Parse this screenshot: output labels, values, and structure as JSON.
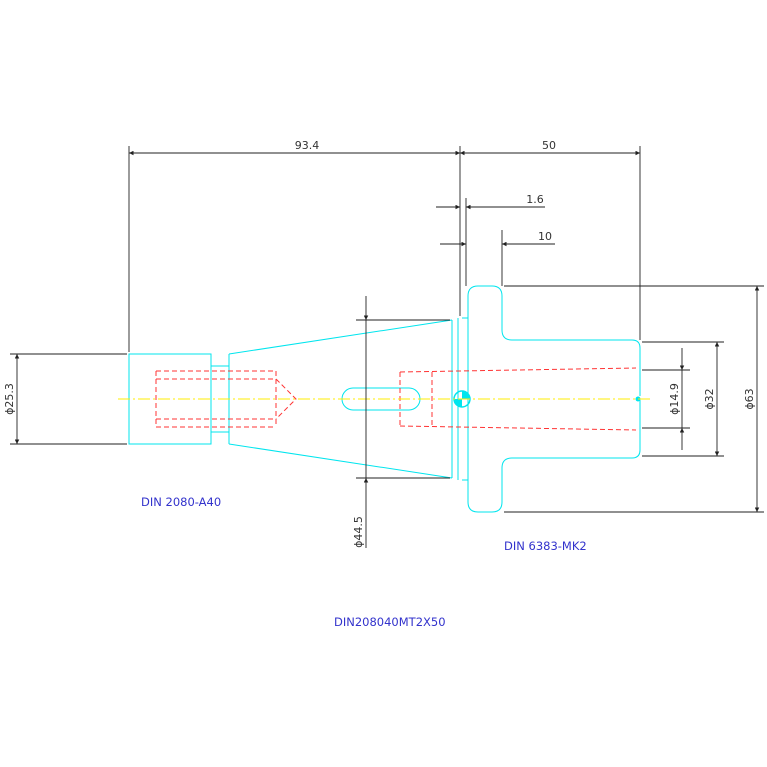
{
  "dimensions": {
    "length_shank": "93.4",
    "length_total": "50",
    "length_gap": "1.6",
    "length_shoulder": "10",
    "dia_taper_small": "ϕ25.3",
    "dia_taper_large": "ϕ44.5",
    "dia_bore": "ϕ14.9",
    "dia_body": "ϕ32",
    "dia_flange": "ϕ63"
  },
  "labels": {
    "left_part": "DIN 2080-A40",
    "right_part": "DIN 6383-MK2",
    "drawing_id": "DIN208040MT2X50"
  },
  "colors": {
    "part_outline": "#00e5ee",
    "hidden_line": "#ff3333",
    "center_line": "#ffee00",
    "dimension": "#222222",
    "label": "#3333cc"
  }
}
